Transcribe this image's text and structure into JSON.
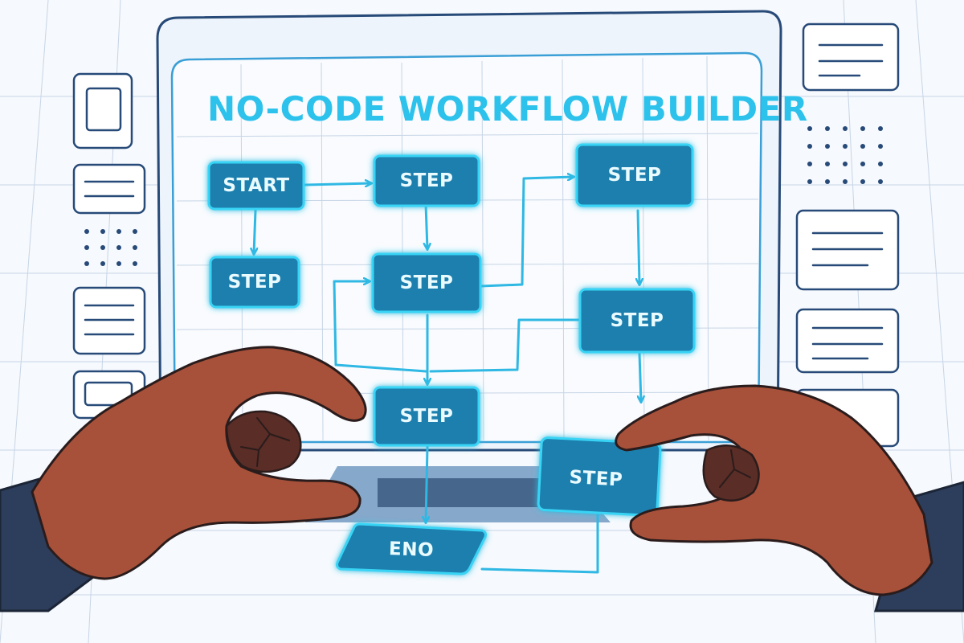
{
  "title": "NO-CODE WORKFLOW BUILDER",
  "nodes": [
    {
      "id": "start",
      "label": "START"
    },
    {
      "id": "step_1",
      "label": "STEP"
    },
    {
      "id": "step_2",
      "label": "STEP"
    },
    {
      "id": "step_3",
      "label": "STEP"
    },
    {
      "id": "step_4",
      "label": "STEP"
    },
    {
      "id": "step_5",
      "label": "STEP"
    },
    {
      "id": "step_6",
      "label": "STEP"
    },
    {
      "id": "step_7",
      "label": "STEP"
    },
    {
      "id": "end",
      "label": "ENO"
    }
  ],
  "colors": {
    "accent": "#2cc2ec",
    "node_fill": "#1f7fae",
    "node_border": "#39d4f5",
    "outline": "#274a78",
    "skin": "#a8513a"
  }
}
